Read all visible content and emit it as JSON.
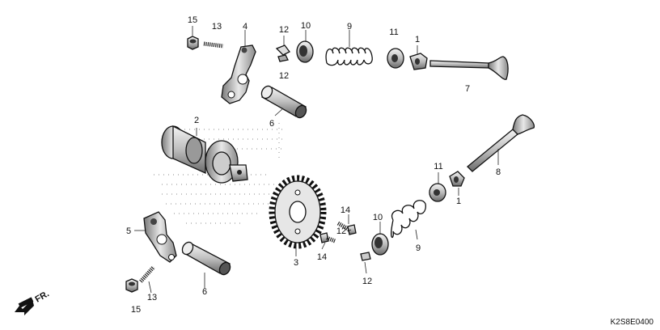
{
  "callouts": [
    {
      "id": "c15a",
      "text": "15"
    },
    {
      "id": "c13a",
      "text": "13"
    },
    {
      "id": "c4",
      "text": "4"
    },
    {
      "id": "c12a",
      "text": "12"
    },
    {
      "id": "c10a",
      "text": "10"
    },
    {
      "id": "c9a",
      "text": "9"
    },
    {
      "id": "c11a",
      "text": "11"
    },
    {
      "id": "c1a",
      "text": "1"
    },
    {
      "id": "c12b",
      "text": "12"
    },
    {
      "id": "c7",
      "text": "7"
    },
    {
      "id": "c2",
      "text": "2"
    },
    {
      "id": "c6a",
      "text": "6"
    },
    {
      "id": "c8",
      "text": "8"
    },
    {
      "id": "c11b",
      "text": "11"
    },
    {
      "id": "c1b",
      "text": "1"
    },
    {
      "id": "c5",
      "text": "5"
    },
    {
      "id": "c14a",
      "text": "14"
    },
    {
      "id": "c10b",
      "text": "10"
    },
    {
      "id": "c12c",
      "text": "12"
    },
    {
      "id": "c14b",
      "text": "14"
    },
    {
      "id": "c9b",
      "text": "9"
    },
    {
      "id": "c3",
      "text": "3"
    },
    {
      "id": "c12d",
      "text": "12"
    },
    {
      "id": "c13b",
      "text": "13"
    },
    {
      "id": "c6b",
      "text": "6"
    },
    {
      "id": "c15b",
      "text": "15"
    }
  ],
  "direction_label": "FR.",
  "drawing_code": "K2S8E0400",
  "icons": {
    "front_arrow": "front-direction-arrow-icon"
  }
}
